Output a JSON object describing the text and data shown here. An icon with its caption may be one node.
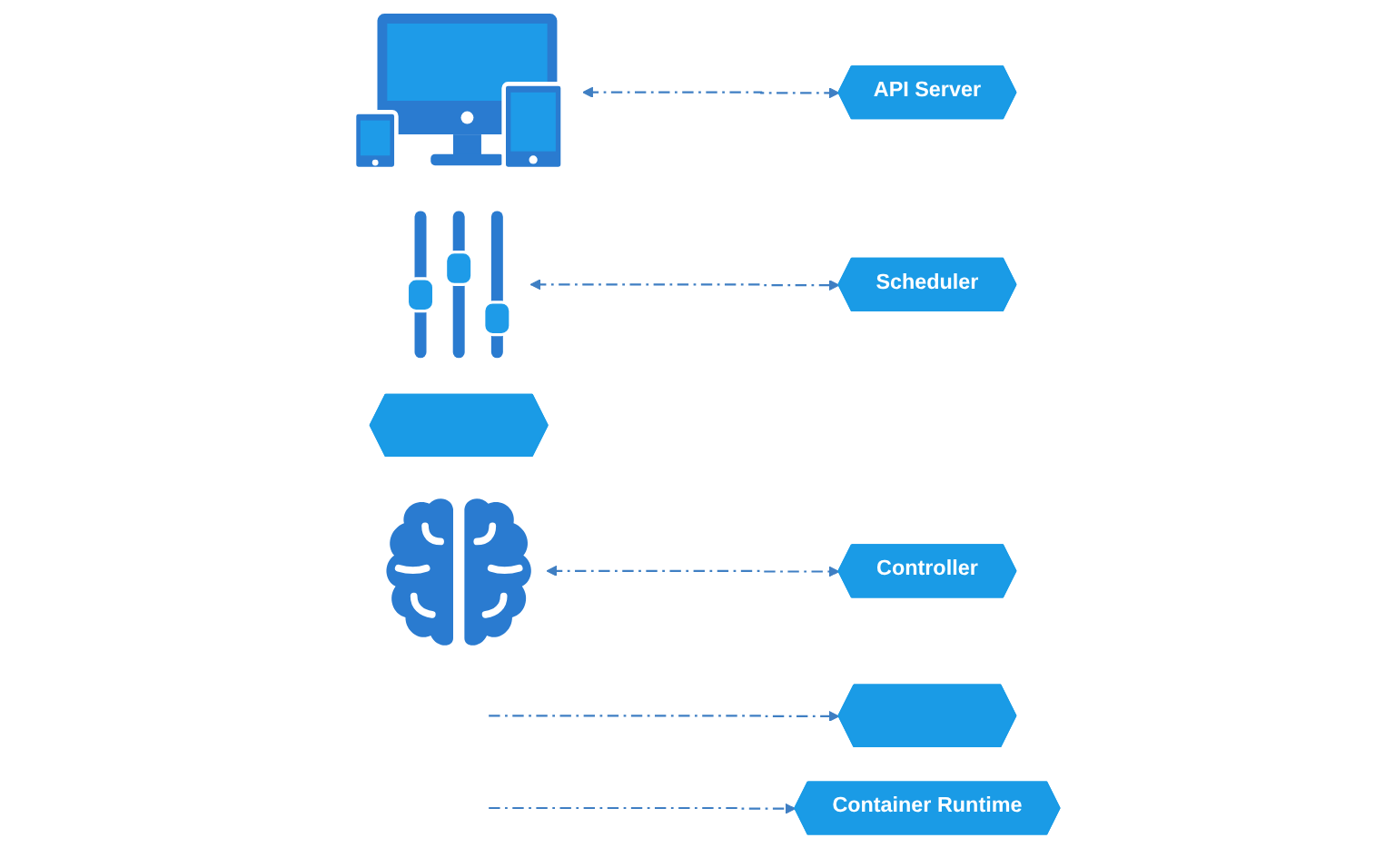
{
  "diagram": {
    "nodes": [
      {
        "text": [],
        "shape": "picture"
      },
      {
        "text": [
          "API Server"
        ]
      },
      {
        "text": [],
        "shape": "hexagon"
      },
      {
        "text": [],
        "shape": "picture"
      },
      {
        "text": [
          "Scheduler"
        ]
      },
      {
        "text": [],
        "shape": "hexagon"
      },
      {
        "text": [],
        "shape": "picture"
      },
      {
        "text": [
          "Controller"
        ]
      },
      {
        "text": [
          "Container Runtime"
        ]
      }
    ],
    "edges": [
      {
        "from": 0,
        "to": 1,
        "arrow": "both",
        "style": "dashed"
      },
      {
        "from": 3,
        "to": 4,
        "arrow": "both",
        "style": "dashed"
      },
      {
        "from": 6,
        "to": 7,
        "arrow": "both",
        "style": "dashed"
      },
      {
        "from": null,
        "to": 2,
        "arrow": "to",
        "style": "dashed"
      },
      {
        "from": null,
        "to": 8,
        "arrow": "to",
        "style": "dashed"
      }
    ]
  }
}
